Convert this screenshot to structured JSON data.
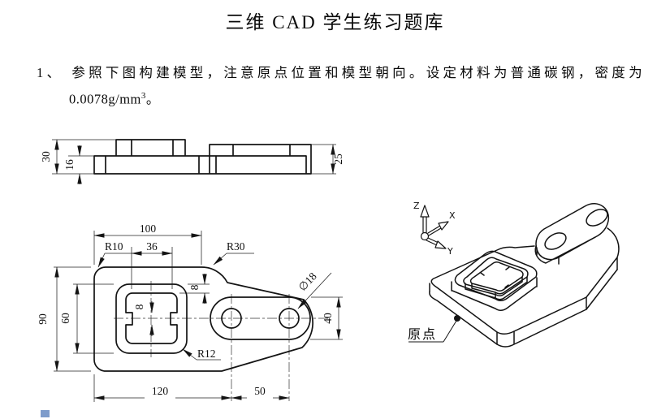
{
  "page": {
    "title": "三维 CAD 学生练习题库"
  },
  "problem": {
    "number": "1、",
    "statement": "参照下图构建模型，注意原点位置和模型朝向。设定材料为普通碳钢，密度为",
    "density_prefix": "0.0078g/mm",
    "density_sup": "3",
    "density_period": "。"
  },
  "side_view": {
    "dims": {
      "total_height": "30",
      "base_thickness": "16",
      "right_height": "25"
    }
  },
  "plan_view": {
    "dims": {
      "top_width": "100",
      "slot_width": "36",
      "left_radius": "R10",
      "right_radius": "R30",
      "overall_height": "90",
      "pocket_height": "60",
      "notch_height": "8",
      "step_gap": "8",
      "pocket_radius": "R12",
      "hole_diameter": "∅18",
      "boss_width": "40",
      "body_length": "120",
      "hole_pitch": "50"
    }
  },
  "iso_view": {
    "axis_z": "Z",
    "axis_x": "X",
    "axis_y": "Y",
    "origin_label": "原点"
  },
  "artifacts": {
    "handle_color": "#7E9CCB"
  }
}
